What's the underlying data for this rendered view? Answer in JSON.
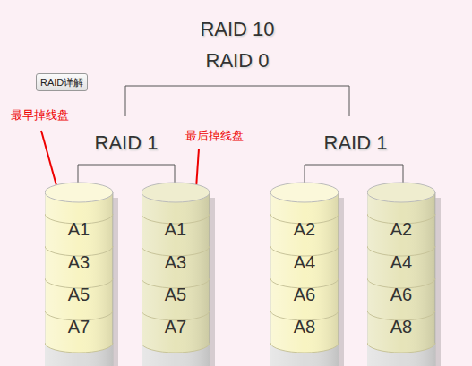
{
  "diagram": {
    "title": "RAID 10",
    "nodes": [
      {
        "text": [
          "RAID详解"
        ]
      },
      {
        "text": [
          "A1",
          "A3",
          "A5",
          "A7"
        ]
      },
      {
        "text": [
          "A1",
          "A3",
          "A5",
          "A7"
        ]
      },
      {
        "text": [
          "A2",
          "A4",
          "A6",
          "A8"
        ]
      },
      {
        "text": [
          "A2",
          "A4",
          "A6",
          "A8"
        ]
      }
    ],
    "labels": [
      "RAID 0",
      "RAID 1",
      "RAID 1",
      "最早掉线盘",
      "最后掉线盘"
    ]
  }
}
